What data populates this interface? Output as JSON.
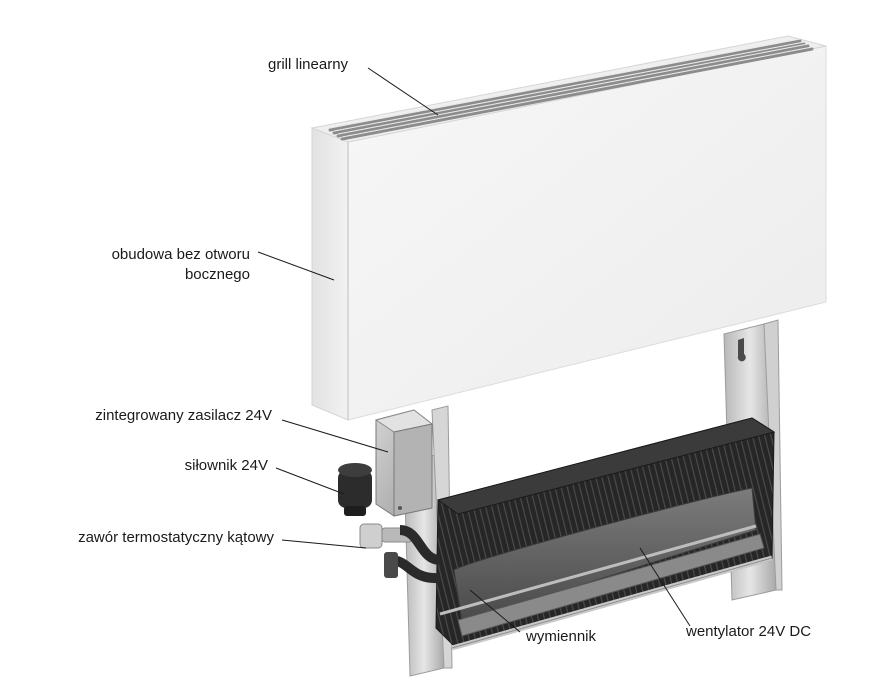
{
  "labels": {
    "grill": "grill linearny",
    "housing_line1": "obudowa bez otworu",
    "housing_line2": "bocznego",
    "power_supply": "zintegrowany zasilacz 24V",
    "actuator": "siłownik 24V",
    "valve": "zawór termostatyczny kątowy",
    "exchanger": "wymiennik",
    "fan": "wentylator 24V DC"
  },
  "colors": {
    "housing": "#f4f4f4",
    "housing_edge": "#dcdcdc",
    "grill_slots": "#8a8a8a",
    "exchanger_fins": "#2b2b2b",
    "fan_cover": "#6f6f6f",
    "frame": "#c9c9c9",
    "leader_line": "#1a1a1a"
  }
}
